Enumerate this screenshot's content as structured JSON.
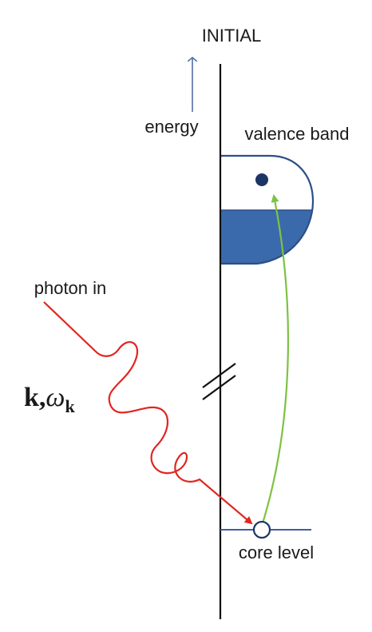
{
  "title": "INITIAL",
  "labels": {
    "energy": "energy",
    "valence_band": "valence band",
    "photon_in": "photon in",
    "core_level": "core level"
  },
  "photon": {
    "k": "k",
    "omega": "ω",
    "subscript": "k"
  },
  "colors": {
    "axis": "#111111",
    "energy_arrow": "#4f6fa0",
    "band_fill": "#3a6aac",
    "band_outline": "#2c4f86",
    "electron": "#1b3566",
    "photon_wave": "#e0261f",
    "transition_arrow": "#7dc242",
    "core_level_line": "#3e5f9a"
  }
}
